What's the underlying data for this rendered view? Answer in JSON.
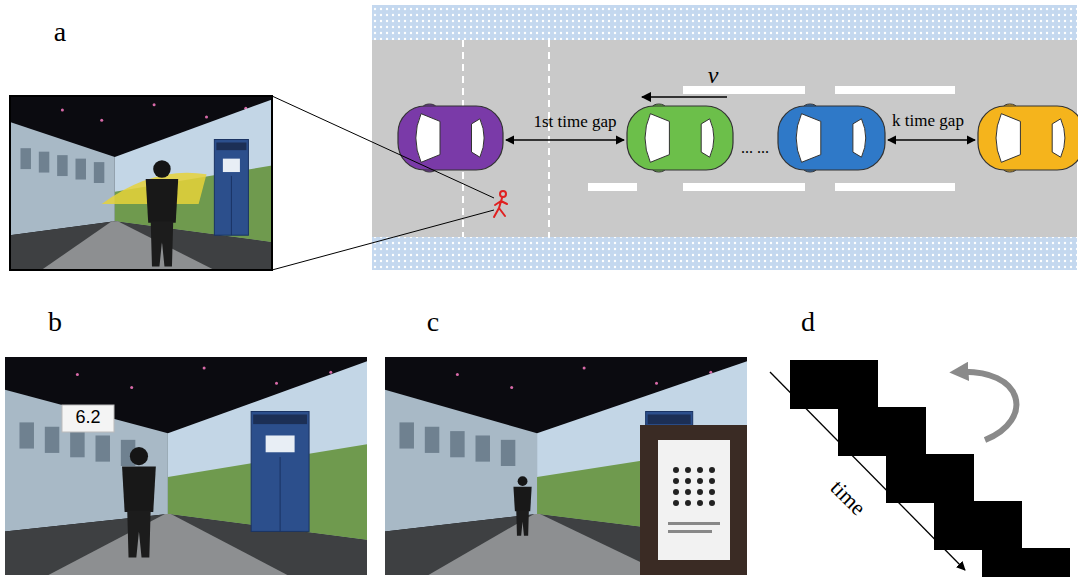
{
  "diagram": {
    "labels": [
      "a",
      "b",
      "c",
      "d",
      "v",
      "1st time gap",
      "k time gap",
      "... ...",
      "6.2",
      "time"
    ]
  }
}
